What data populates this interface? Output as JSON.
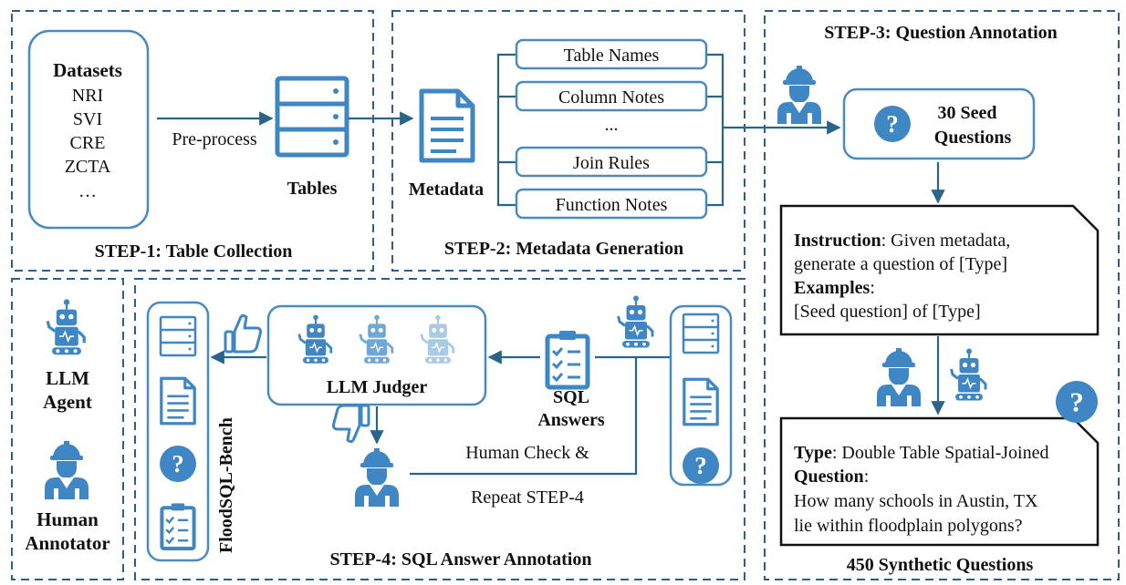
{
  "step1": {
    "title": "STEP-1: Table Collection",
    "datasets_heading": "Datasets",
    "datasets": [
      "NRI",
      "SVI",
      "CRE",
      "ZCTA",
      "…"
    ],
    "edge_label": "Pre-process",
    "tables_label": "Tables"
  },
  "step2": {
    "title": "STEP-2: Metadata Generation",
    "metadata_label": "Metadata",
    "items": [
      "Table Names",
      "Column Notes",
      "...",
      "Join Rules",
      "Function Notes"
    ]
  },
  "step3": {
    "title": "STEP-3: Question Annotation",
    "seed_line1": "30 Seed",
    "seed_line2": "Questions",
    "instruction_label": "Instruction",
    "instruction_text": ": Given metadata,",
    "instruction_line2": "generate a question of [Type]",
    "examples_label": "Examples",
    "examples_colon": ":",
    "examples_text": "[Seed question] of [Type]",
    "type_label": "Type",
    "type_text": ": Double Table Spatial-Joined",
    "question_label": "Question",
    "question_colon": ":",
    "question_line1": "How many schools in Austin, TX",
    "question_line2": "lie within floodplain polygons?",
    "footer": "450 Synthetic Questions"
  },
  "step4": {
    "title": "STEP-4: SQL Answer Annotation",
    "judger_label": "LLM Judger",
    "sql_line1": "SQL",
    "sql_line2": "Answers",
    "check_line1": "Human Check &",
    "check_line2": "Repeat STEP-4",
    "bench_label": "FloodSQL-Bench"
  },
  "legend": {
    "agent_line1": "LLM",
    "agent_line2": "Agent",
    "human_line1": "Human",
    "human_line2": "Annotator"
  },
  "colors": {
    "accent": "#3f86c4",
    "line": "#2b6489",
    "dash": "#2f5f86"
  }
}
